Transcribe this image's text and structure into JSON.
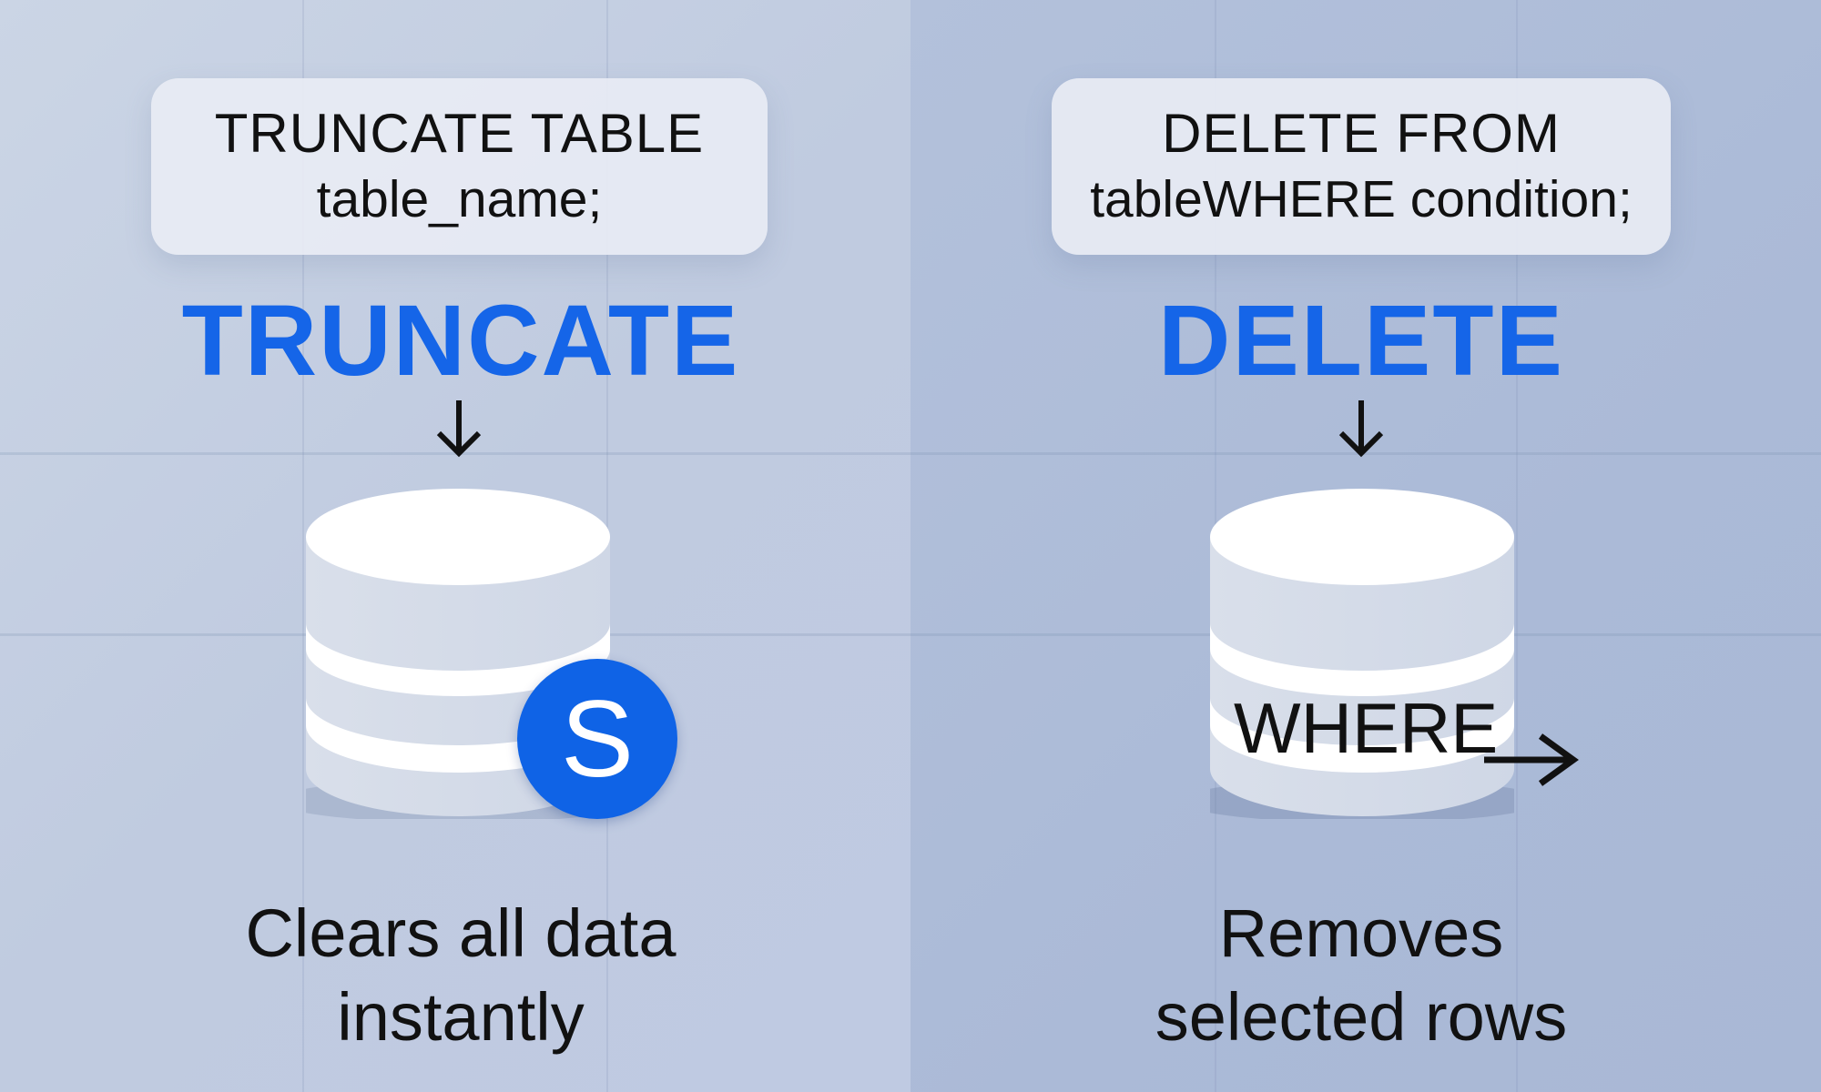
{
  "colors": {
    "left_bg": "#c0cbe0",
    "right_bg": "#abbad7",
    "accent_blue": "#1565e8",
    "badge_blue": "#0f63e6",
    "text_dark": "#111111",
    "code_box_bg": "#e8ecf4"
  },
  "left": {
    "code_line1": "TRUNCATE TABLE",
    "code_line2": "table_name;",
    "heading": "TRUNCATE",
    "arrow_icon": "arrow-down-icon",
    "database_icon": "database-icon",
    "badge_letter": "S",
    "caption_line1": "Clears all data",
    "caption_line2": "instantly"
  },
  "right": {
    "code_line1": "DELETE FROM",
    "code_line2": "tableWHERE condition;",
    "heading": "DELETE",
    "arrow_icon": "arrow-down-icon",
    "database_icon": "database-icon",
    "where_label": "WHERE",
    "where_arrow_icon": "arrow-right-icon",
    "caption_line1": "Removes",
    "caption_line2": "selected rows"
  }
}
